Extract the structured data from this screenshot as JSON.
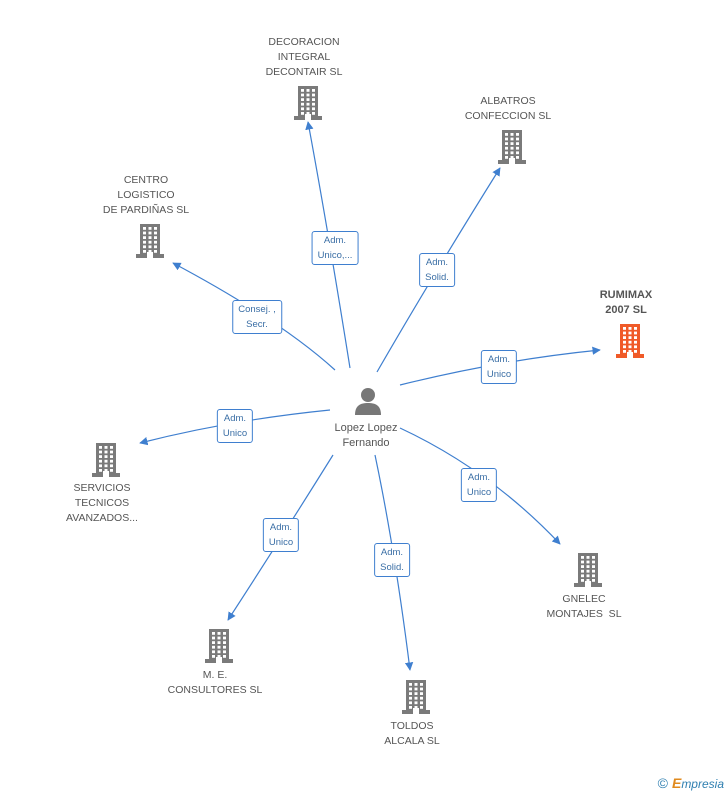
{
  "center": {
    "label": "Lopez Lopez\nFernando"
  },
  "colors": {
    "edge": "#3f7fcf",
    "building": "#7a7a7a",
    "building_highlight": "#f05a28"
  },
  "nodes": [
    {
      "id": "decoracion",
      "label": "DECORACION\nINTEGRAL\nDECONTAIR SL",
      "highlight": false
    },
    {
      "id": "albatros",
      "label": "ALBATROS\nCONFECCION SL",
      "highlight": false
    },
    {
      "id": "centro",
      "label": "CENTRO\nLOGISTICO\nDE PARDIÑAS SL",
      "highlight": false
    },
    {
      "id": "rumimax",
      "label": "RUMIMAX\n2007 SL",
      "highlight": true
    },
    {
      "id": "servicios",
      "label": "SERVICIOS\nTECNICOS\nAVANZADOS...",
      "highlight": false
    },
    {
      "id": "gnelec",
      "label": "GNELEC\nMONTAJES  SL",
      "highlight": false
    },
    {
      "id": "me",
      "label": "M. E.\nCONSULTORES SL",
      "highlight": false
    },
    {
      "id": "toldos",
      "label": "TOLDOS\nALCALA SL",
      "highlight": false
    }
  ],
  "edges": [
    {
      "to": "decoracion",
      "label": "Adm.\nUnico,..."
    },
    {
      "to": "albatros",
      "label": "Adm.\nSolid."
    },
    {
      "to": "centro",
      "label": "Consej. ,\nSecr."
    },
    {
      "to": "rumimax",
      "label": "Adm.\nUnico"
    },
    {
      "to": "servicios",
      "label": "Adm.\nUnico"
    },
    {
      "to": "gnelec",
      "label": "Adm.\nUnico"
    },
    {
      "to": "me",
      "label": "Adm.\nUnico"
    },
    {
      "to": "toldos",
      "label": "Adm.\nSolid."
    }
  ],
  "watermark": {
    "symbol": "©",
    "brand_initial": "E",
    "brand_rest": "mpresia"
  }
}
